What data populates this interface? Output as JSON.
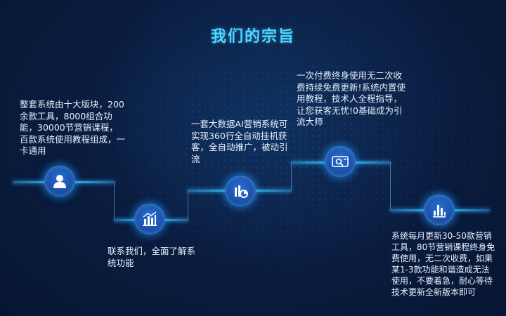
{
  "title": "我们的宗旨",
  "steps": [
    {
      "icon": "person-icon",
      "text": "整套系统由十大版块，200余款工具，8000组合功能，30000节营销课程，百款系统使用教程组成，一卡通用"
    },
    {
      "icon": "bar-chart-icon",
      "text": "联系我们，全面了解系统功能"
    },
    {
      "icon": "chart-analysis-icon",
      "text": "一套大数据AI营销系统可实现360行全自动挂机获客，全自动推广，被动引流"
    },
    {
      "icon": "search-tool-icon",
      "text": "一次付费终身使用无二次收费持续免费更新!系统内置使用教程，技术人全程指导，让您获客无忧!0基础成为引流大师"
    },
    {
      "icon": "equalizer-icon",
      "text": "系统每月更新30-50款营销工具，80节营销课程终身免费使用，无二次收费，如果某1-3款功能和谐造成无法使用，不要着急，耐心等待技术更新全新版本即可"
    }
  ]
}
